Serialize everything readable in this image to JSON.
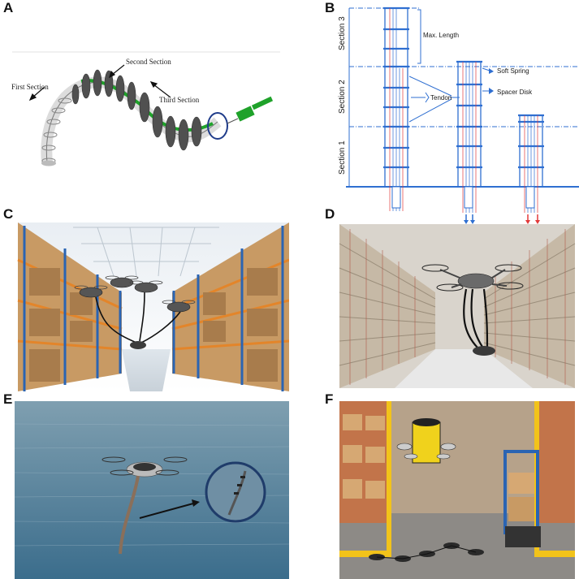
{
  "panels": {
    "a": {
      "letter": "A",
      "first_section": "First Section",
      "second_section": "Second Section",
      "third_section": "Third Section"
    },
    "b": {
      "letter": "B",
      "section3": "Section 3",
      "section2": "Section 2",
      "section1": "Section 1",
      "max_length": "Max. Length",
      "soft_spring": "Soft Spring",
      "spacer_disk": "Spacer Disk",
      "tendon": "Tendon"
    },
    "c": {
      "letter": "C"
    },
    "d": {
      "letter": "D"
    },
    "e": {
      "letter": "E"
    },
    "f": {
      "letter": "F"
    }
  },
  "colors": {
    "tendon_blue": "#2f6fd1",
    "tendon_red": "#e23a3a",
    "tube_green": "#1fa22a",
    "disk_gray": "#555555"
  }
}
